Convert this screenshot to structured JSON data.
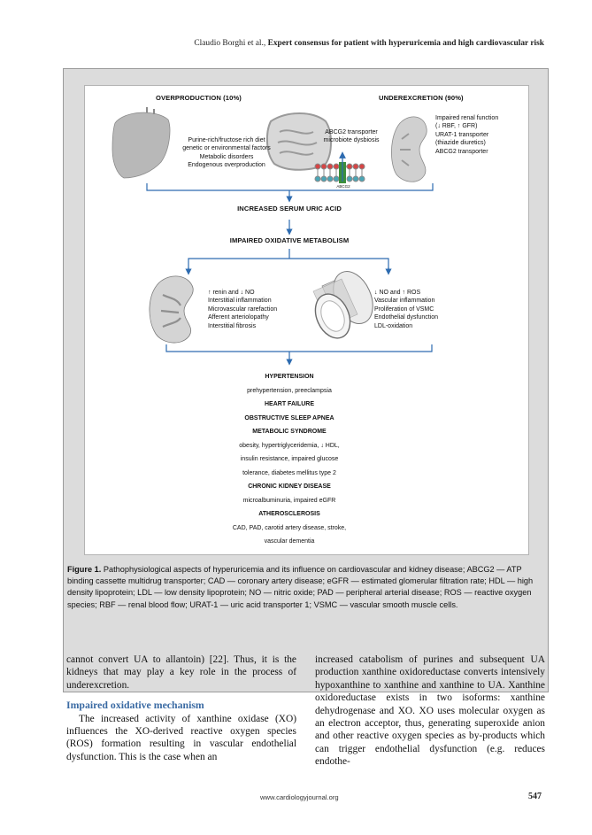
{
  "header": {
    "authors": "Claudio Borghi et al.,",
    "title": "Expert consensus for patient with hyperuricemia and high cardiovascular risk"
  },
  "figure": {
    "overproduction_title": "OVERPRODUCTION (10%)",
    "underexcretion_title": "UNDEREXCRETION (90%)",
    "overproduction_lines": [
      "Purine-rich/fructose rich diet",
      "genetic or environmental factors",
      "Metabolic disorders",
      "Endogenous overproduction"
    ],
    "gut_lines": [
      "ABCG2 transporter",
      "microbiote dysbiosis"
    ],
    "membrane_label": "ABCG2",
    "underexcretion_lines": [
      "Impaired renal function",
      "(↓ RBF, ↑ GFR)",
      "URAT-1 transporter",
      "(thiazide diuretics)",
      "ABCG2 transporter"
    ],
    "step1": "INCREASED SERUM URIC ACID",
    "step2": "IMPAIRED OXIDATIVE METABOLISM",
    "kidney_effects": [
      "↑ renin and ↓ NO",
      "Interstitial inflammation",
      "Microvascular rarefaction",
      "Afferent arteriolopathy",
      "Interstitial fibrosis"
    ],
    "vessel_effects": [
      "↓ NO and ↑ ROS",
      "Vascular inflammation",
      "Proliferation of VSMC",
      "Endothelial dysfunction",
      "LDL-oxidation"
    ],
    "outcomes": [
      {
        "text": "HYPERTENSION",
        "bold": true
      },
      {
        "text": "prehypertension, preeclampsia",
        "bold": false
      },
      {
        "text": "HEART FAILURE",
        "bold": true
      },
      {
        "text": "OBSTRUCTIVE SLEEP APNEA",
        "bold": true
      },
      {
        "text": "METABOLIC SYNDROME",
        "bold": true
      },
      {
        "text": "obesity, hypertriglyceridemia, ↓ HDL,",
        "bold": false
      },
      {
        "text": "insulin resistance, impaired glucose",
        "bold": false
      },
      {
        "text": "tolerance, diabetes mellitus type 2",
        "bold": false
      },
      {
        "text": "CHRONIC KIDNEY DISEASE",
        "bold": true
      },
      {
        "text": "microalbuminuria, impaired eGFR",
        "bold": false
      },
      {
        "text": "ATHEROSCLEROSIS",
        "bold": true
      },
      {
        "text": "CAD, PAD, carotid artery disease, stroke,",
        "bold": false
      },
      {
        "text": "vascular dementia",
        "bold": false
      }
    ]
  },
  "caption": {
    "label": "Figure 1.",
    "text": "Pathophysiological aspects of hyperuricemia and its influence on cardiovascular and kidney disease; ABCG2 — ATP binding cassette multidrug transporter; CAD — coronary artery disease; eGFR — estimated glomerular filtration rate; HDL — high density lipoprotein; LDL — low density lipoprotein; NO — nitric oxide; PAD — peripheral arterial disease; ROS — reactive oxygen species; RBF — renal blood flow; URAT-1 — uric acid transporter 1; VSMC — vascular smooth muscle cells."
  },
  "body": {
    "left_para1": "cannot convert UA to allantoin) [22]. Thus, it is the kidneys that may play a key role in the process of underexcretion.",
    "left_heading": "Impaired oxidative mechanism",
    "left_para2": "The increased activity of xanthine oxidase (XO) influences the XO-derived reactive oxygen species (ROS) formation resulting in vascular endothelial dysfunction. This is the case when an",
    "right_para": "increased catabolism of purines and subsequent UA production xanthine oxidoreductase converts intensively hypoxanthine to xanthine and xanthine to UA. Xanthine oxidoreductase exists in two isoforms: xanthine dehydrogenase and XO. XO uses molecular oxygen as an electron acceptor, thus, generating superoxide anion and other reactive oxygen species as by-products which can trigger endothelial dysfunction (e.g. reduces endothe-"
  },
  "footer": {
    "url": "www.cardiologyjournal.org",
    "page_number": "547"
  },
  "colors": {
    "arrow_blue": "#2d6bb0",
    "heading_blue": "#3a6aa3",
    "figure_bg": "#dcdcdc",
    "organ_gray": "#b5b5b5"
  }
}
